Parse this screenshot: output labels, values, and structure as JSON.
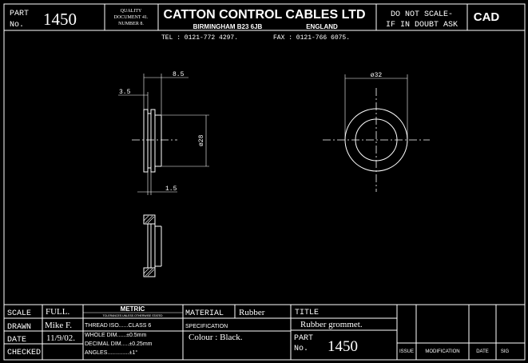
{
  "header": {
    "part_label": "PART",
    "no_label": "No.",
    "part_number": "1450",
    "quality_doc_line1": "QUALITY",
    "quality_doc_line2": "DOCUMENT 41.",
    "quality_doc_line3": "NUMBER 8.",
    "company": "CATTON CONTROL CABLES LTD",
    "city": "BIRMINGHAM B23 6JB",
    "country": "ENGLAND",
    "tel": "TEL : 0121-772 4297.",
    "fax": "FAX : 0121-766 6075.",
    "scale_warning_1": "DO NOT SCALE-",
    "scale_warning_2": "IF IN DOUBT ASK",
    "cad": "CAD"
  },
  "dimensions": {
    "d1": "8.5",
    "d2": "3.5",
    "d3": "ø28",
    "d4": "1.5",
    "d5": "ø32"
  },
  "titleblock": {
    "scale_label": "SCALE",
    "scale_value": "FULL.",
    "drawn_label": "DRAWN",
    "drawn_value": "Mike F.",
    "date_label": "DATE",
    "date_value": "11/9/02.",
    "checked_label": "CHECKED",
    "metric_title": "METRIC",
    "metric_sub": "TOLERANCES UNLESS OTHERWISE STATED",
    "thread": "THREAD ISO......CLASS 6",
    "whole_dim": "WHOLE DIM......±0.5mm",
    "decimal_dim": "DECIMAL DIM.....±0.25mm",
    "angles": "ANGLES..............±1°",
    "material_label": "MATERIAL",
    "material_value": "Rubber",
    "spec_label": "SPECIFICATION",
    "colour": "Colour : Black.",
    "title_label": "TITLE",
    "title_value": "Rubber grommet.",
    "part_label": "PART",
    "no_label": "No.",
    "part_number": "1450",
    "rev_issue": "ISSUE",
    "rev_mod": "MODIFICATION",
    "rev_date": "DATE",
    "rev_sig": "SIG"
  }
}
